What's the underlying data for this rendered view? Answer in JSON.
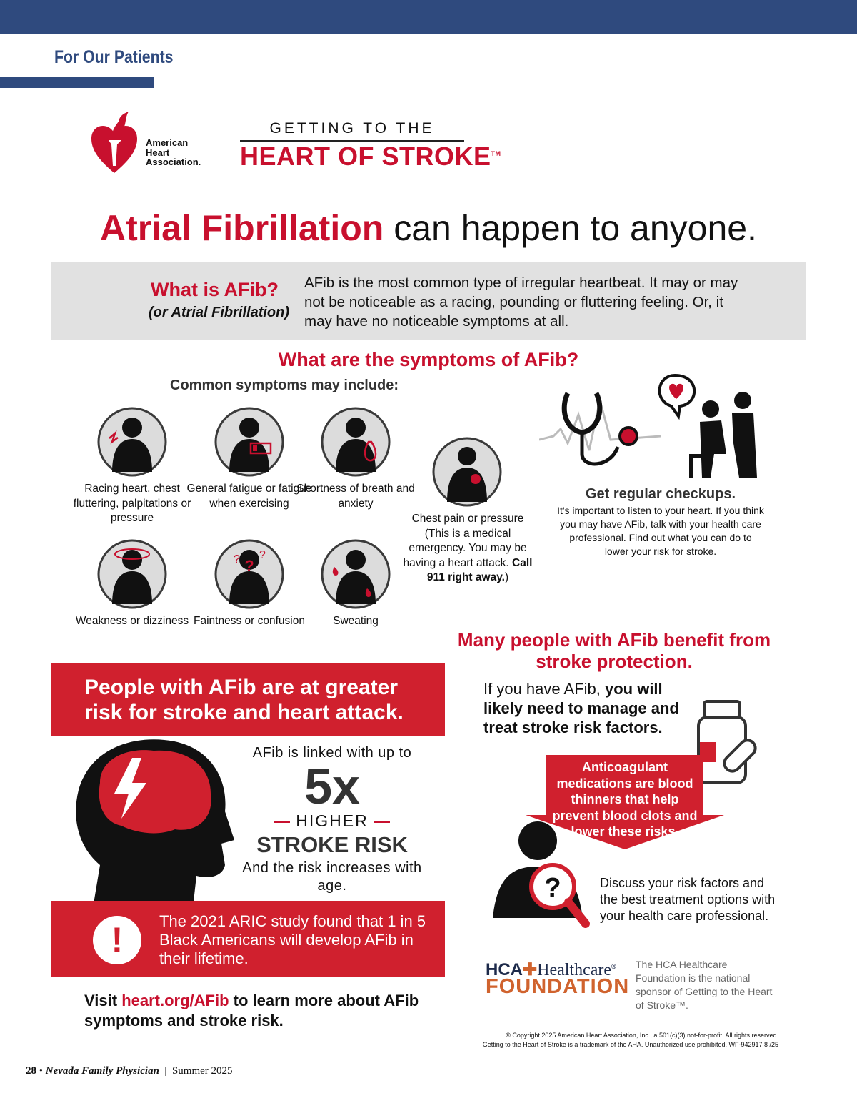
{
  "header": {
    "section": "For Our Patients",
    "aha_logo": "American Heart Association.",
    "aha_lines": [
      "American",
      "Heart",
      "Association."
    ],
    "campaign_top": "GETTING TO THE",
    "campaign_main": "HEART OF STROKE",
    "tm": "TM"
  },
  "headline": {
    "bold": "Atrial Fibrillation",
    "rest": " can happen to anyone."
  },
  "what": {
    "title": "What is AFib?",
    "subtitle": "(or Atrial Fibrillation)",
    "body": "AFib is the most common type of irregular heartbeat. It may or may not be noticeable as a racing, pounding or fluttering feeling. Or, it may have no noticeable symptoms at all."
  },
  "symptoms": {
    "title": "What are the symptoms of AFib?",
    "intro": "Common symptoms may include:",
    "items": [
      {
        "icon": "racing-heart-icon",
        "label": "Racing heart, chest fluttering, palpitations or pressure"
      },
      {
        "icon": "fatigue-battery-icon",
        "label": "General fatigue or fatigue when exercising"
      },
      {
        "icon": "lungs-breath-icon",
        "label": "Shortness of breath and anxiety"
      },
      {
        "icon": "dizziness-icon",
        "label": "Weakness or dizziness"
      },
      {
        "icon": "confusion-icon",
        "label": "Faintness or confusion"
      },
      {
        "icon": "sweating-icon",
        "label": "Sweating"
      }
    ],
    "chest_pain": {
      "label": "Chest pain or pressure (This is a medical emergency. You may be having a heart attack. ",
      "bold": "Call 911 right away.",
      "end": ")"
    }
  },
  "checkups": {
    "title": "Get regular checkups.",
    "body": "It's important to listen to your heart. If you think you may have AFib, talk with your health care professional. Find out what you can do to lower your risk for stroke."
  },
  "risk": {
    "banner": "People with AFib are at greater risk for stroke and heart attack.",
    "linked": "AFib is linked with up to",
    "multiplier": "5x",
    "higher": "HIGHER",
    "stroke_risk": "STROKE RISK",
    "age": "And the risk increases with age.",
    "aric": "The 2021 ARIC study found that 1 in 5 Black Americans will develop AFib in their lifetime.",
    "visit_pre": "Visit ",
    "visit_link": "heart.org/AFib",
    "visit_post": " to learn more about AFib symptoms and stroke risk."
  },
  "protection": {
    "title": "Many people with AFib benefit from stroke protection.",
    "if_pre": "If you have AFib, ",
    "if_bold": "you will likely need to manage and treat stroke risk factors.",
    "arrow": "Anticoagulant medications are blood thinners that help prevent blood clots and lower these risks.",
    "discuss": "Discuss your risk factors and the best treatment options with your health care professional."
  },
  "sponsor": {
    "hca": "HCA",
    "healthcare": "Healthcare",
    "foundation": "FOUNDATION",
    "text": "The HCA Healthcare Foundation is the national sponsor of Getting to the Heart of Stroke™."
  },
  "copyright": [
    "© Copyright 2025 American Heart Association, Inc., a 501(c)(3) not-for-profit. All rights reserved.",
    "Getting to the Heart of Stroke is a trademark of the AHA. Unauthorized use prohibited.  WF-942917  8 /25"
  ],
  "footer": {
    "page": "28",
    "publication": "Nevada Family Physician",
    "season": "Summer 2025"
  },
  "colors": {
    "red": "#c8102e",
    "navy": "#2f4a7e",
    "orange": "#d0632e"
  }
}
